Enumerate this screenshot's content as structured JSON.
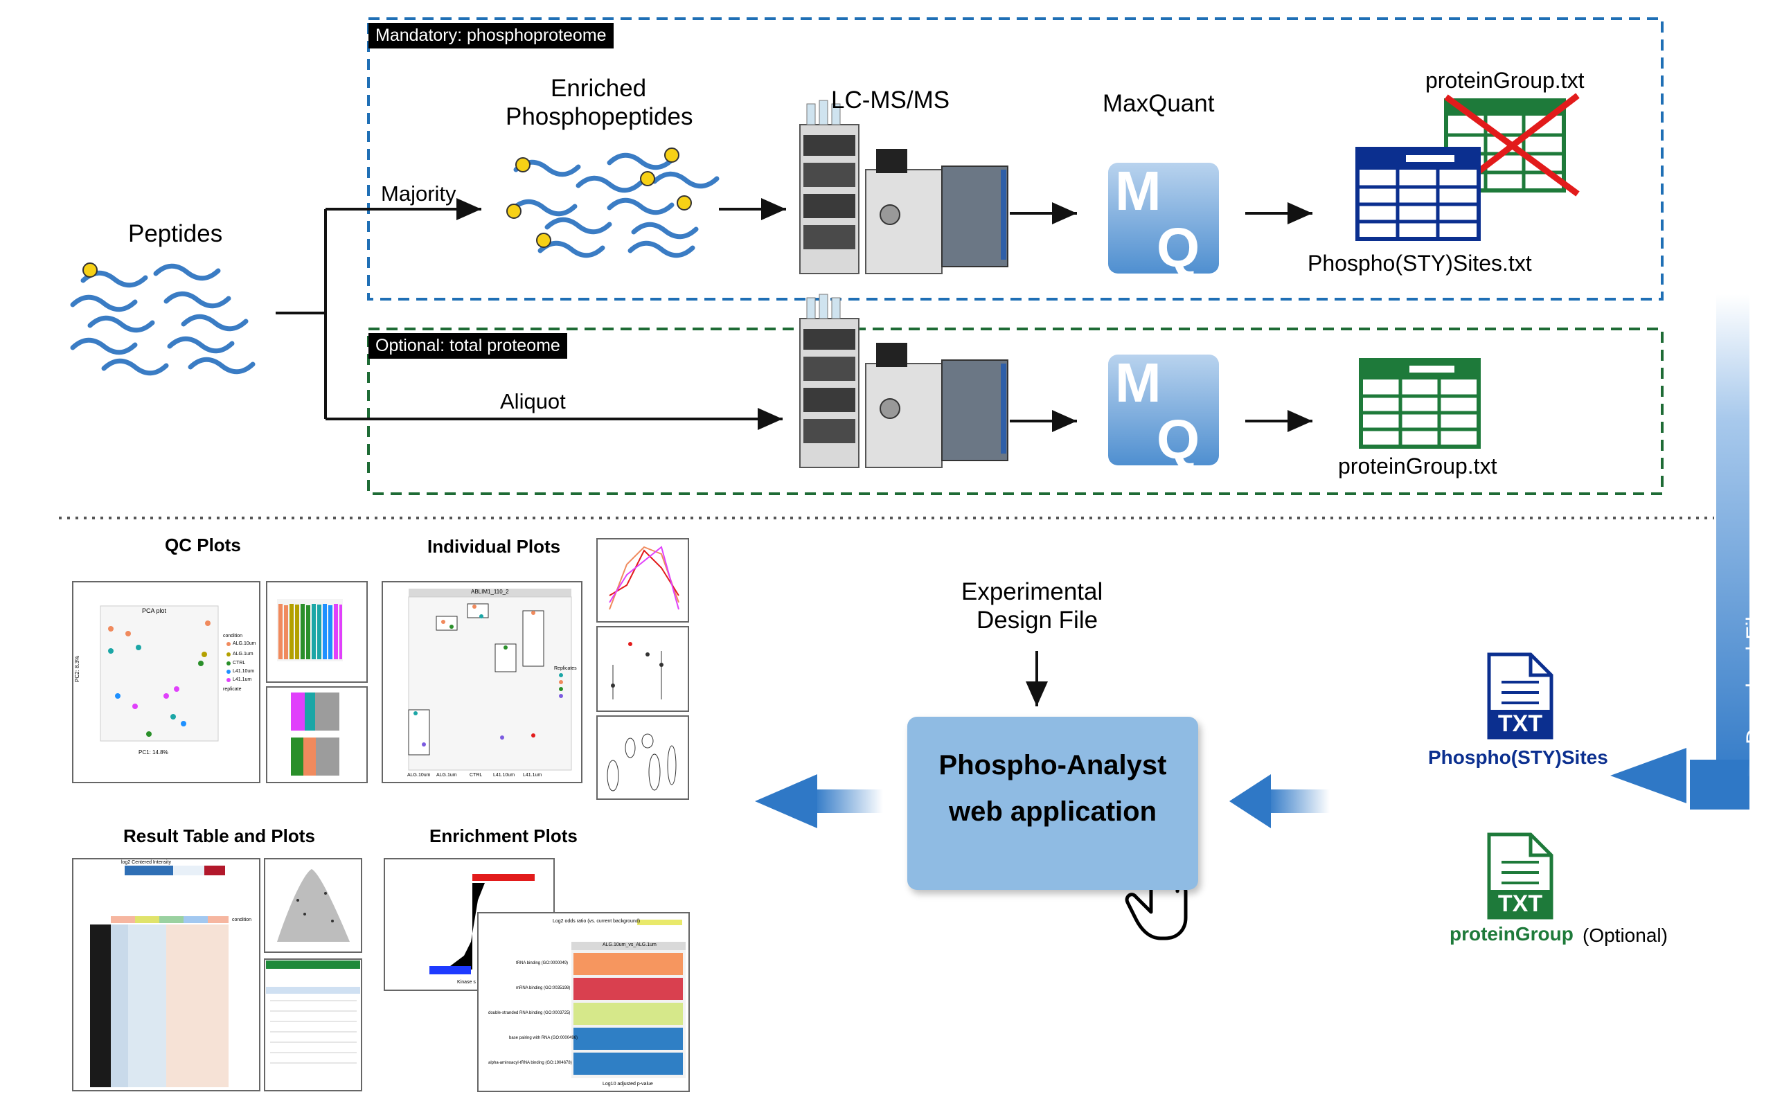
{
  "top": {
    "mandatory_tag": "Mandatory: phosphoproteome",
    "optional_tag": "Optional: total proteome",
    "peptides": "Peptides",
    "majority": "Majority",
    "aliquot": "Aliquot",
    "enriched_line1": "Enriched",
    "enriched_line2": "Phosphopeptides",
    "lcms": "LC-MS/MS",
    "maxquant": "MaxQuant",
    "mq_logo": "MQ",
    "proteingroup_crossed": "proteinGroup.txt",
    "phospho_sites": "Phospho(STY)Sites.txt",
    "proteingroup": "proteinGroup.txt"
  },
  "download_files": "Download Files",
  "bottom": {
    "qc_plots": "QC Plots",
    "individual_plots": "Individual Plots",
    "result_table": "Result Table and Plots",
    "enrichment_plots": "Enrichment Plots",
    "exp_design_line1": "Experimental",
    "exp_design_line2": "Design File",
    "webapp_line1": "Phospho-Analyst",
    "webapp_line2": "web application",
    "txt": "TXT",
    "phospho_file": "Phospho(STY)Sites",
    "protein_file": "proteinGroup",
    "optional": "(Optional)"
  },
  "thumbs": {
    "pca_title": "PCA plot",
    "pca_x": "PC1: 14.8%",
    "pca_y": "PC2: 8.3%",
    "condition": "condition",
    "conditions": [
      "ALG.10um",
      "ALG.1um",
      "CTRL",
      "L41.10um",
      "L41.1um"
    ],
    "replicate": "replicate",
    "ind_title": "ABLIM1_110_2",
    "ind_x_labels": [
      "ALG.10um",
      "ALG.1um",
      "CTRL",
      "L41.10um",
      "L41.1um"
    ],
    "replicates": "Replicates",
    "heat_title": "log2 Centered Intensity",
    "heat_condition": "condition",
    "enrich_title": "Log2 odds ratio (vs. current background)",
    "enrich_sub": "ALG.10um_vs_ALG.1um",
    "enrich_terms": [
      "tRNA binding (GO:0000049)",
      "mRNA binding (GO:0035198)",
      "double-stranded RNA binding (GO:0003725)",
      "base pairing with RNA (GO:0000496)",
      "alpha-aminoacyl-tRNA binding (GO:1904678)"
    ],
    "enrich_x": "Log10 adjusted p-value",
    "kinase_x": "Kinase s"
  },
  "colors": {
    "mandatory_border": "#1f6fb5",
    "optional_border": "#1e6b35",
    "phospho_blue": "#0b2f8f",
    "protein_green": "#1e7a3a",
    "webapp_fill": "#8fbbe3",
    "peptide_blue": "#3a7cc4",
    "phospho_dot": "#f7d116"
  },
  "icons": [
    "hand-pointer-icon",
    "txt-file-icon",
    "table-icon",
    "mass-spectrometer-icon",
    "maxquant-logo-icon",
    "red-cross-icon"
  ]
}
